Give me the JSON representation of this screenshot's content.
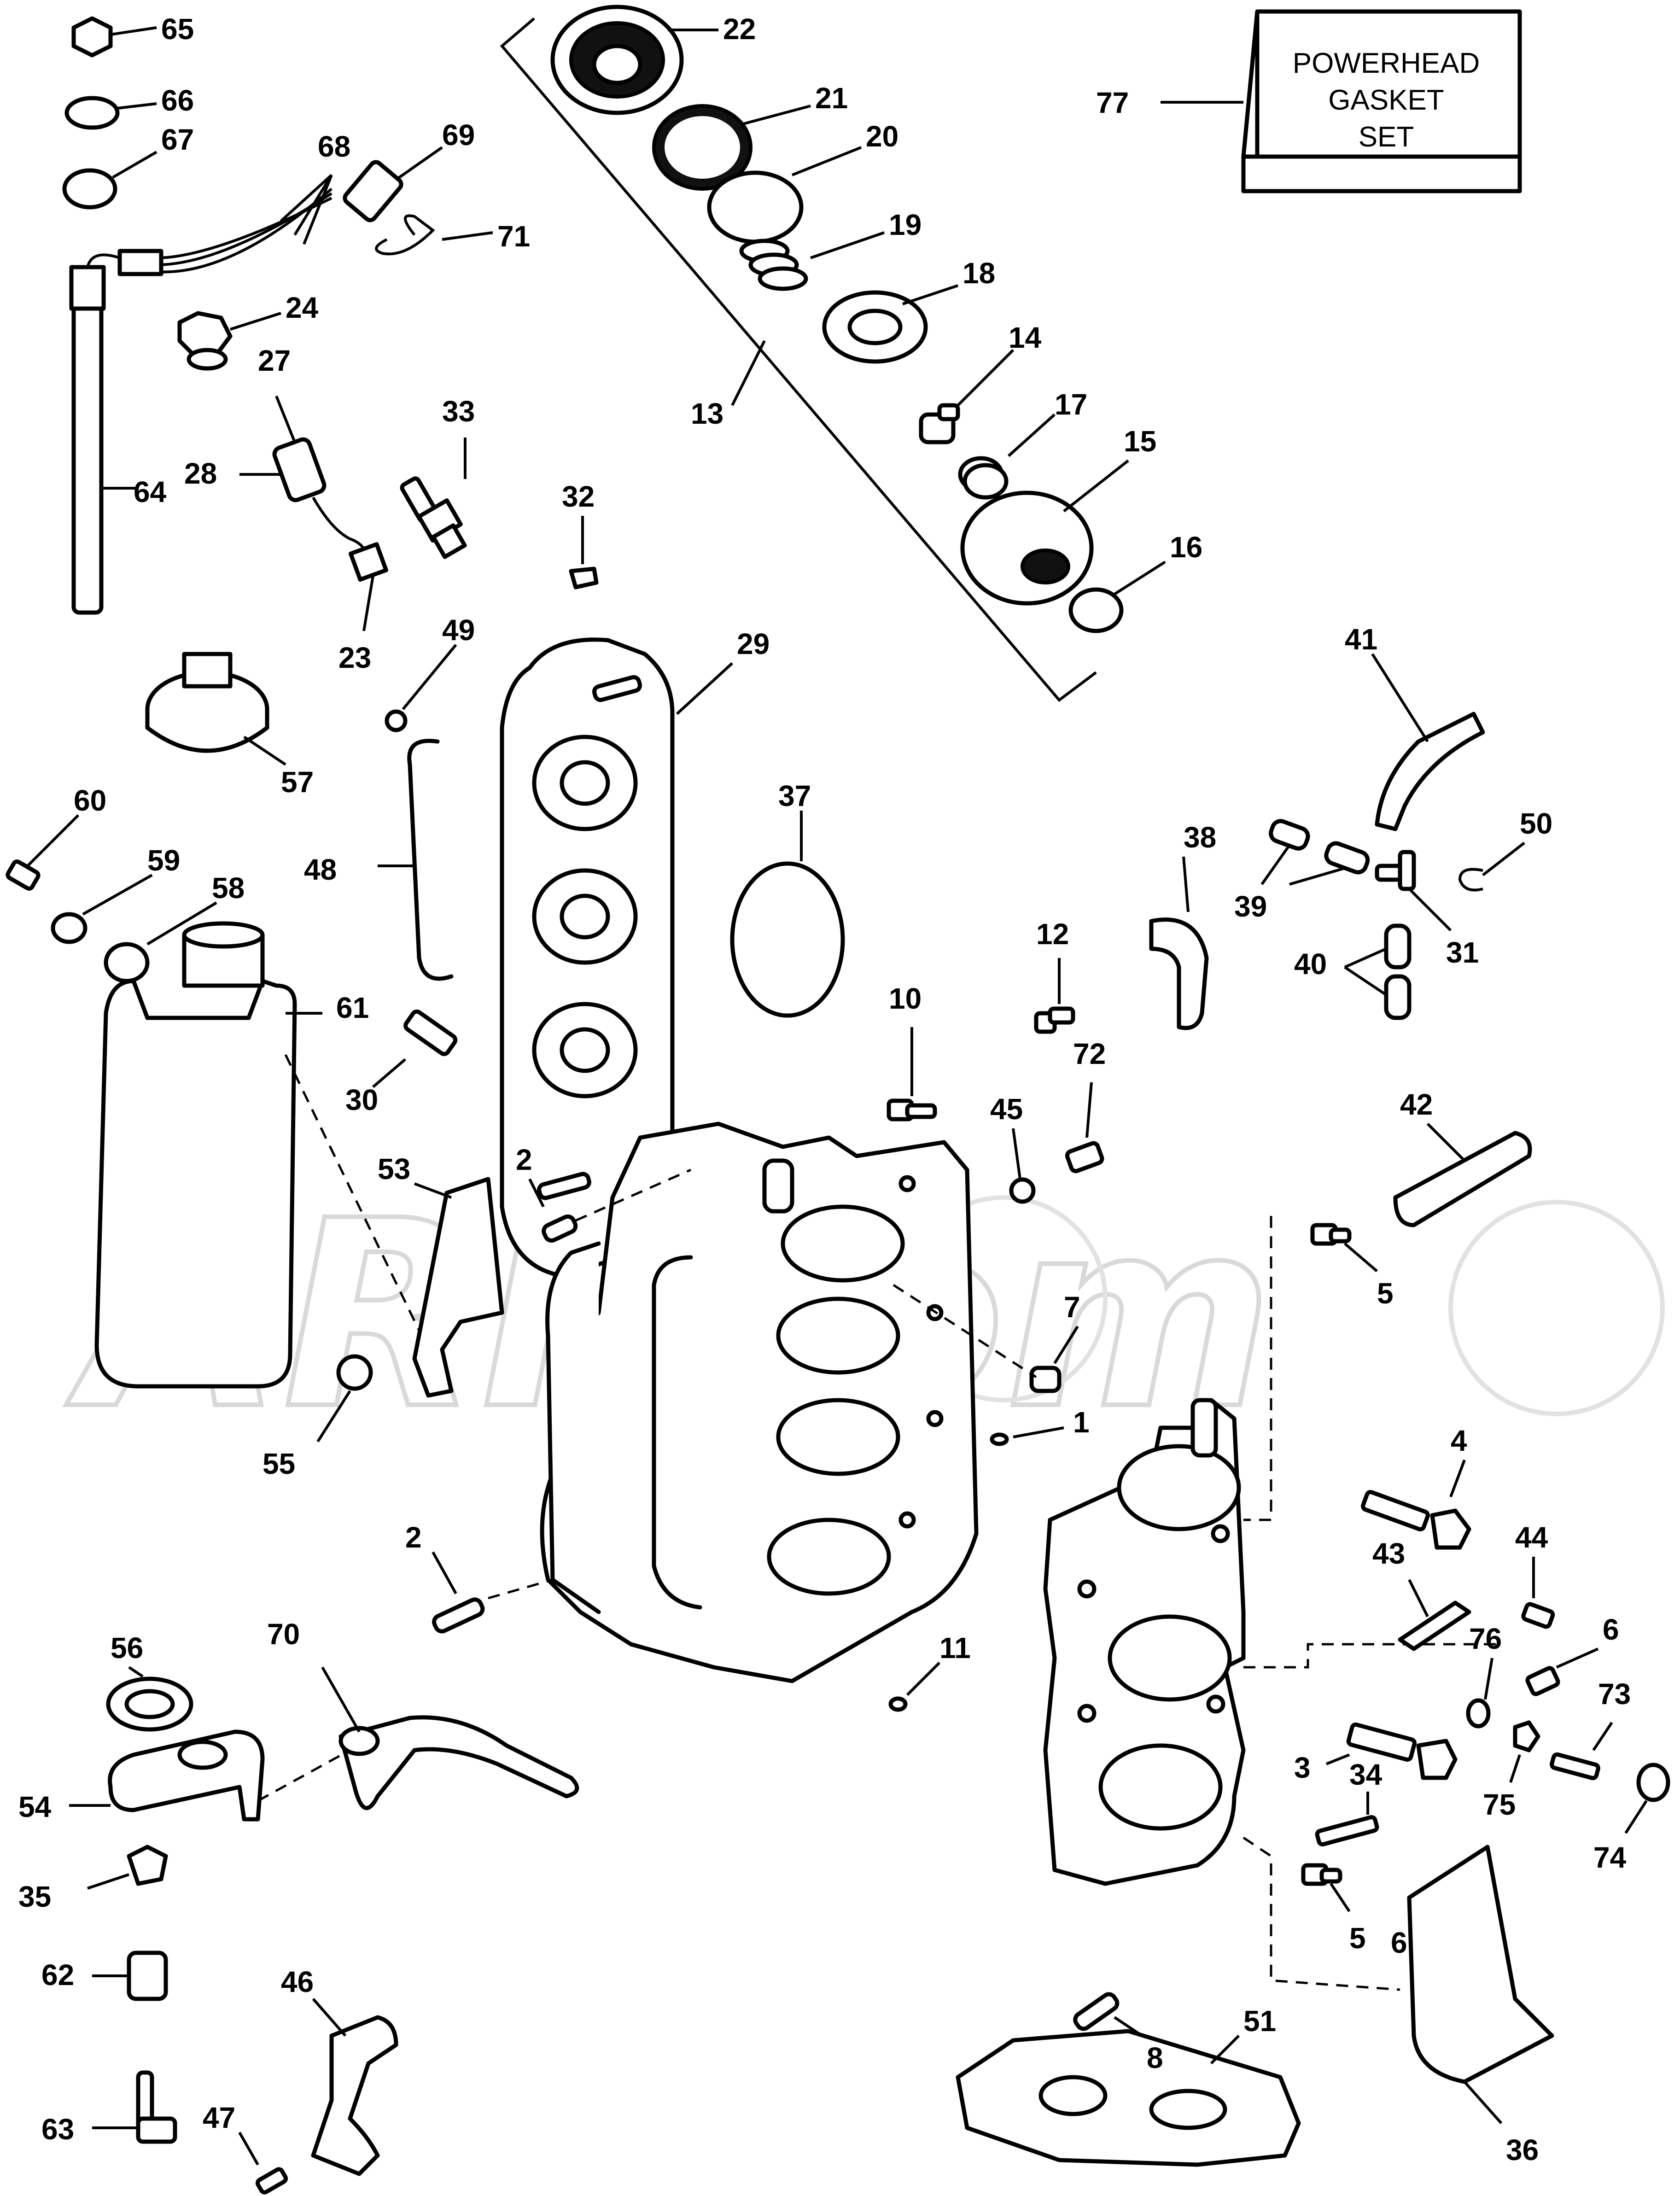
{
  "diagram": {
    "kit_box": [
      "POWERHEAD",
      "GASKET",
      "SET"
    ],
    "watermark": "ARI.com",
    "labels": {
      "l1": "1",
      "l2a": "2",
      "l2b": "2",
      "l3": "3",
      "l4": "4",
      "l5a": "5",
      "l5b": "5",
      "l6a": "6",
      "l6b": "6",
      "l7": "7",
      "l8": "8",
      "l10": "10",
      "l11": "11",
      "l12": "12",
      "l13": "13",
      "l14": "14",
      "l15": "15",
      "l16": "16",
      "l17": "17",
      "l18": "18",
      "l19": "19",
      "l20": "20",
      "l21": "21",
      "l22": "22",
      "l23": "23",
      "l24": "24",
      "l27": "27",
      "l28": "28",
      "l29": "29",
      "l30": "30",
      "l31": "31",
      "l32": "32",
      "l33": "33",
      "l34": "34",
      "l35": "35",
      "l36": "36",
      "l37": "37",
      "l38": "38",
      "l39": "39",
      "l40": "40",
      "l41": "41",
      "l42": "42",
      "l43": "43",
      "l44": "44",
      "l45": "45",
      "l46": "46",
      "l47": "47",
      "l48": "48",
      "l49": "49",
      "l50": "50",
      "l51": "51",
      "l53": "53",
      "l54": "54",
      "l55": "55",
      "l56": "56",
      "l57": "57",
      "l58": "58",
      "l59": "59",
      "l60": "60",
      "l61": "61",
      "l62": "62",
      "l63": "63",
      "l64": "64",
      "l65": "65",
      "l66": "66",
      "l67": "67",
      "l68": "68",
      "l69": "69",
      "l70": "70",
      "l71": "71",
      "l72": "72",
      "l73": "73",
      "l74": "74",
      "l75": "75",
      "l76": "76",
      "l77": "77"
    }
  }
}
